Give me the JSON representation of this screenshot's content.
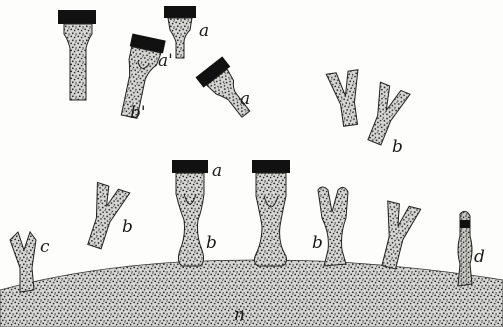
{
  "figure": {
    "labels": {
      "a": "a",
      "a_prime": "a'",
      "b": "b",
      "b_prime": "b'",
      "c": "c",
      "d": "d",
      "n": "n"
    },
    "colors": {
      "stipple": "#2a2a2a",
      "cap": "#111111",
      "paper": "#fdfdfb",
      "outline": "#222222"
    }
  }
}
